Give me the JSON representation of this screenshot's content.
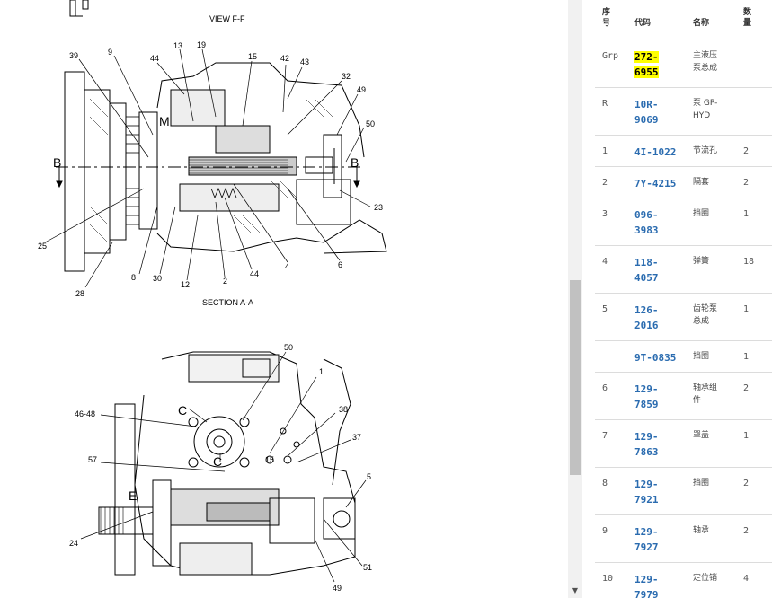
{
  "drawing": {
    "view_label": "VIEW F-F",
    "section_label": "SECTION A-A",
    "callouts_top": [
      "39",
      "9",
      "44",
      "13",
      "19",
      "15",
      "42",
      "43",
      "32",
      "49",
      "50",
      "M",
      "B",
      "B",
      "25",
      "28",
      "8",
      "30",
      "12",
      "2",
      "44",
      "4",
      "6",
      "23"
    ],
    "callouts_bottom": [
      "50",
      "1",
      "46-48",
      "C",
      "C",
      "38",
      "37",
      "57",
      "15",
      "5",
      "E",
      "24",
      "51",
      "49"
    ]
  },
  "table": {
    "headers": {
      "seq": "序\n号",
      "code": "代码",
      "name": "名称",
      "qty": "数\n量"
    },
    "rows": [
      {
        "seq": "Grp",
        "code": "272-\n6955",
        "name": "主液压\n泵总成",
        "qty": "",
        "highlight": true
      },
      {
        "seq": "R",
        "code": "10R-\n9069",
        "name": "泵 GP-\nHYD",
        "qty": ""
      },
      {
        "seq": "1",
        "code": "4I-1022",
        "name": "节流孔",
        "qty": "2"
      },
      {
        "seq": "2",
        "code": "7Y-4215",
        "name": "隔套",
        "qty": "2"
      },
      {
        "seq": "3",
        "code": "096-\n3983",
        "name": "挡圈",
        "qty": "1"
      },
      {
        "seq": "4",
        "code": "118-\n4057",
        "name": "弹簧",
        "qty": "18"
      },
      {
        "seq": "5",
        "code": "126-\n2016",
        "name": "齿轮泵\n总成",
        "qty": "1"
      },
      {
        "seq": "",
        "code": "9T-0835",
        "name": "挡圈",
        "qty": "1"
      },
      {
        "seq": "6",
        "code": "129-\n7859",
        "name": "轴承组\n件",
        "qty": "2"
      },
      {
        "seq": "7",
        "code": "129-\n7863",
        "name": "罩盖",
        "qty": "1"
      },
      {
        "seq": "8",
        "code": "129-\n7921",
        "name": "挡圈",
        "qty": "2"
      },
      {
        "seq": "9",
        "code": "129-\n7927",
        "name": "轴承",
        "qty": "2"
      },
      {
        "seq": "10",
        "code": "129-\n7979",
        "name": "定位销",
        "qty": "4"
      }
    ]
  }
}
